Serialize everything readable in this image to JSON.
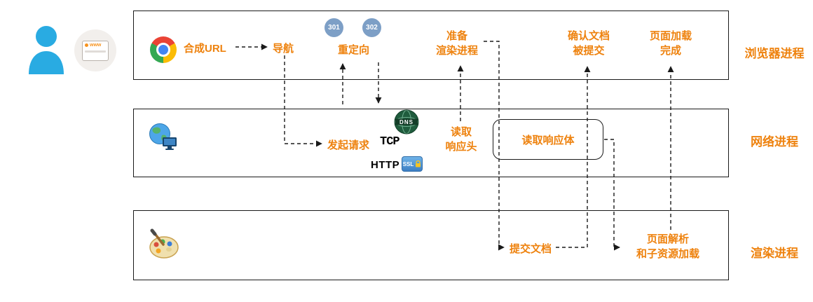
{
  "colors": {
    "accent_orange": "#EE820E",
    "badge_blue": "#7D9FC6",
    "person_blue": "#29ABE2",
    "arrow_black": "#1A1A1A"
  },
  "actors": {
    "browser_window_label": "www"
  },
  "lanes": [
    {
      "label": "浏览器进程"
    },
    {
      "label": "网络进程"
    },
    {
      "label": "渲染进程"
    }
  ],
  "browser_lane": {
    "compose_url": "合成URL",
    "navigate": "导航",
    "redirect": "重定向",
    "redirect_codes": [
      "301",
      "302"
    ],
    "prepare_renderer": "准备\n渲染进程",
    "confirm_commit": "确认文档\n被提交",
    "page_load_done": "页面加载\n完成"
  },
  "network_lane": {
    "send_request": "发起请求",
    "tcp_label": "TCP",
    "dns_label": "DNS",
    "http_label": "HTTP",
    "ssl_label": "SSL",
    "read_response_header": "读取\n响应头",
    "read_response_body": "读取响应体"
  },
  "render_lane": {
    "commit_document": "提交文档",
    "parse_and_load": "页面解析\n和子资源加载"
  }
}
